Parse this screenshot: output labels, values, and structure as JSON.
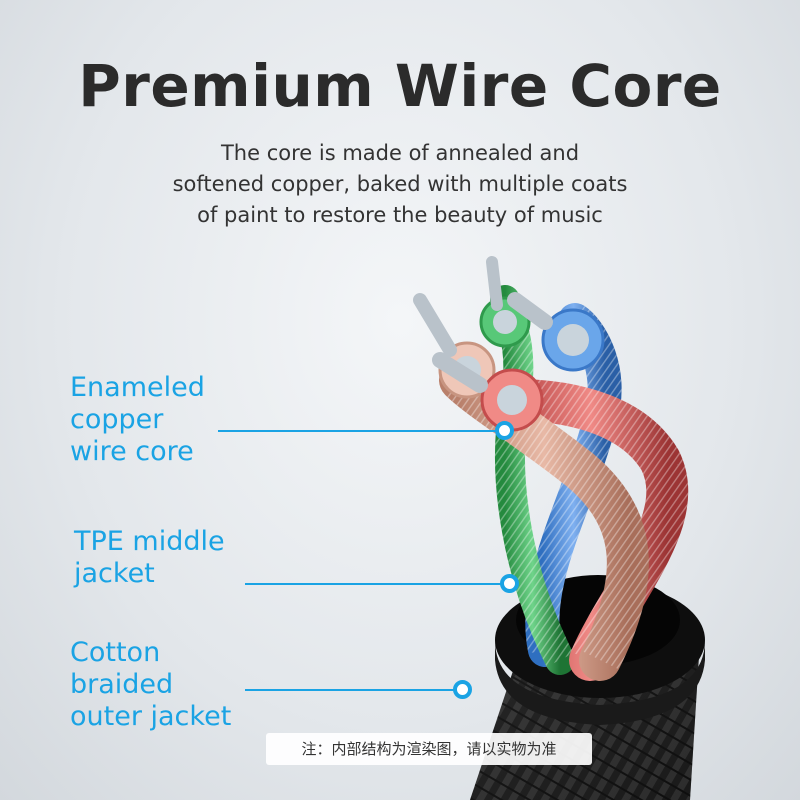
{
  "header": {
    "title": "Premium Wire Core",
    "description_lines": [
      "The core is made of annealed and",
      "softened copper, baked with multiple coats",
      "of paint to restore the beauty of music"
    ]
  },
  "callouts": {
    "core": {
      "lines": [
        "Enameled",
        "copper",
        "wire core"
      ]
    },
    "tpe": {
      "lines": [
        "TPE middle",
        "jacket"
      ]
    },
    "cotton": {
      "lines": [
        "Cotton",
        "braided",
        "outer jacket"
      ]
    }
  },
  "footer": {
    "note": "注：内部结构为渲染图，请以实物为准"
  },
  "colors": {
    "accent": "#1aa3e4",
    "wire_copper": "#d7a38f",
    "wire_red": "#e16a6a",
    "wire_green": "#3db35a",
    "wire_blue": "#4a8ee0",
    "jacket": "#1b1b1b"
  }
}
